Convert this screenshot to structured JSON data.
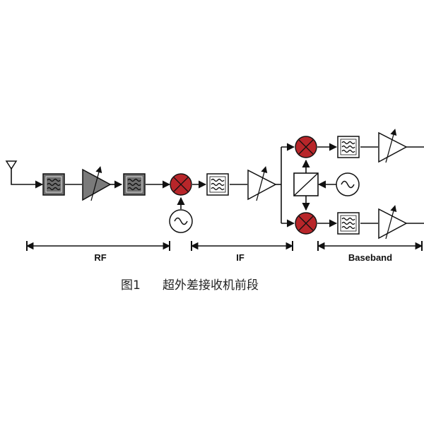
{
  "sections": {
    "rf": "RF",
    "if": "IF",
    "baseband": "Baseband"
  },
  "caption": {
    "number": "图1",
    "title": "超外差接收机前段"
  },
  "colors": {
    "line": "#111111",
    "filter_dark": "#6e6e6e",
    "filter_light": "#ffffff",
    "amp_dark": "#7a7a7a",
    "amp_light": "#ffffff",
    "mixer": "#b8262a"
  },
  "icons": [
    "antenna-icon",
    "bandpass-filter-icon",
    "amplifier-icon",
    "mixer-icon",
    "local-oscillator-icon",
    "phase-splitter-icon"
  ]
}
